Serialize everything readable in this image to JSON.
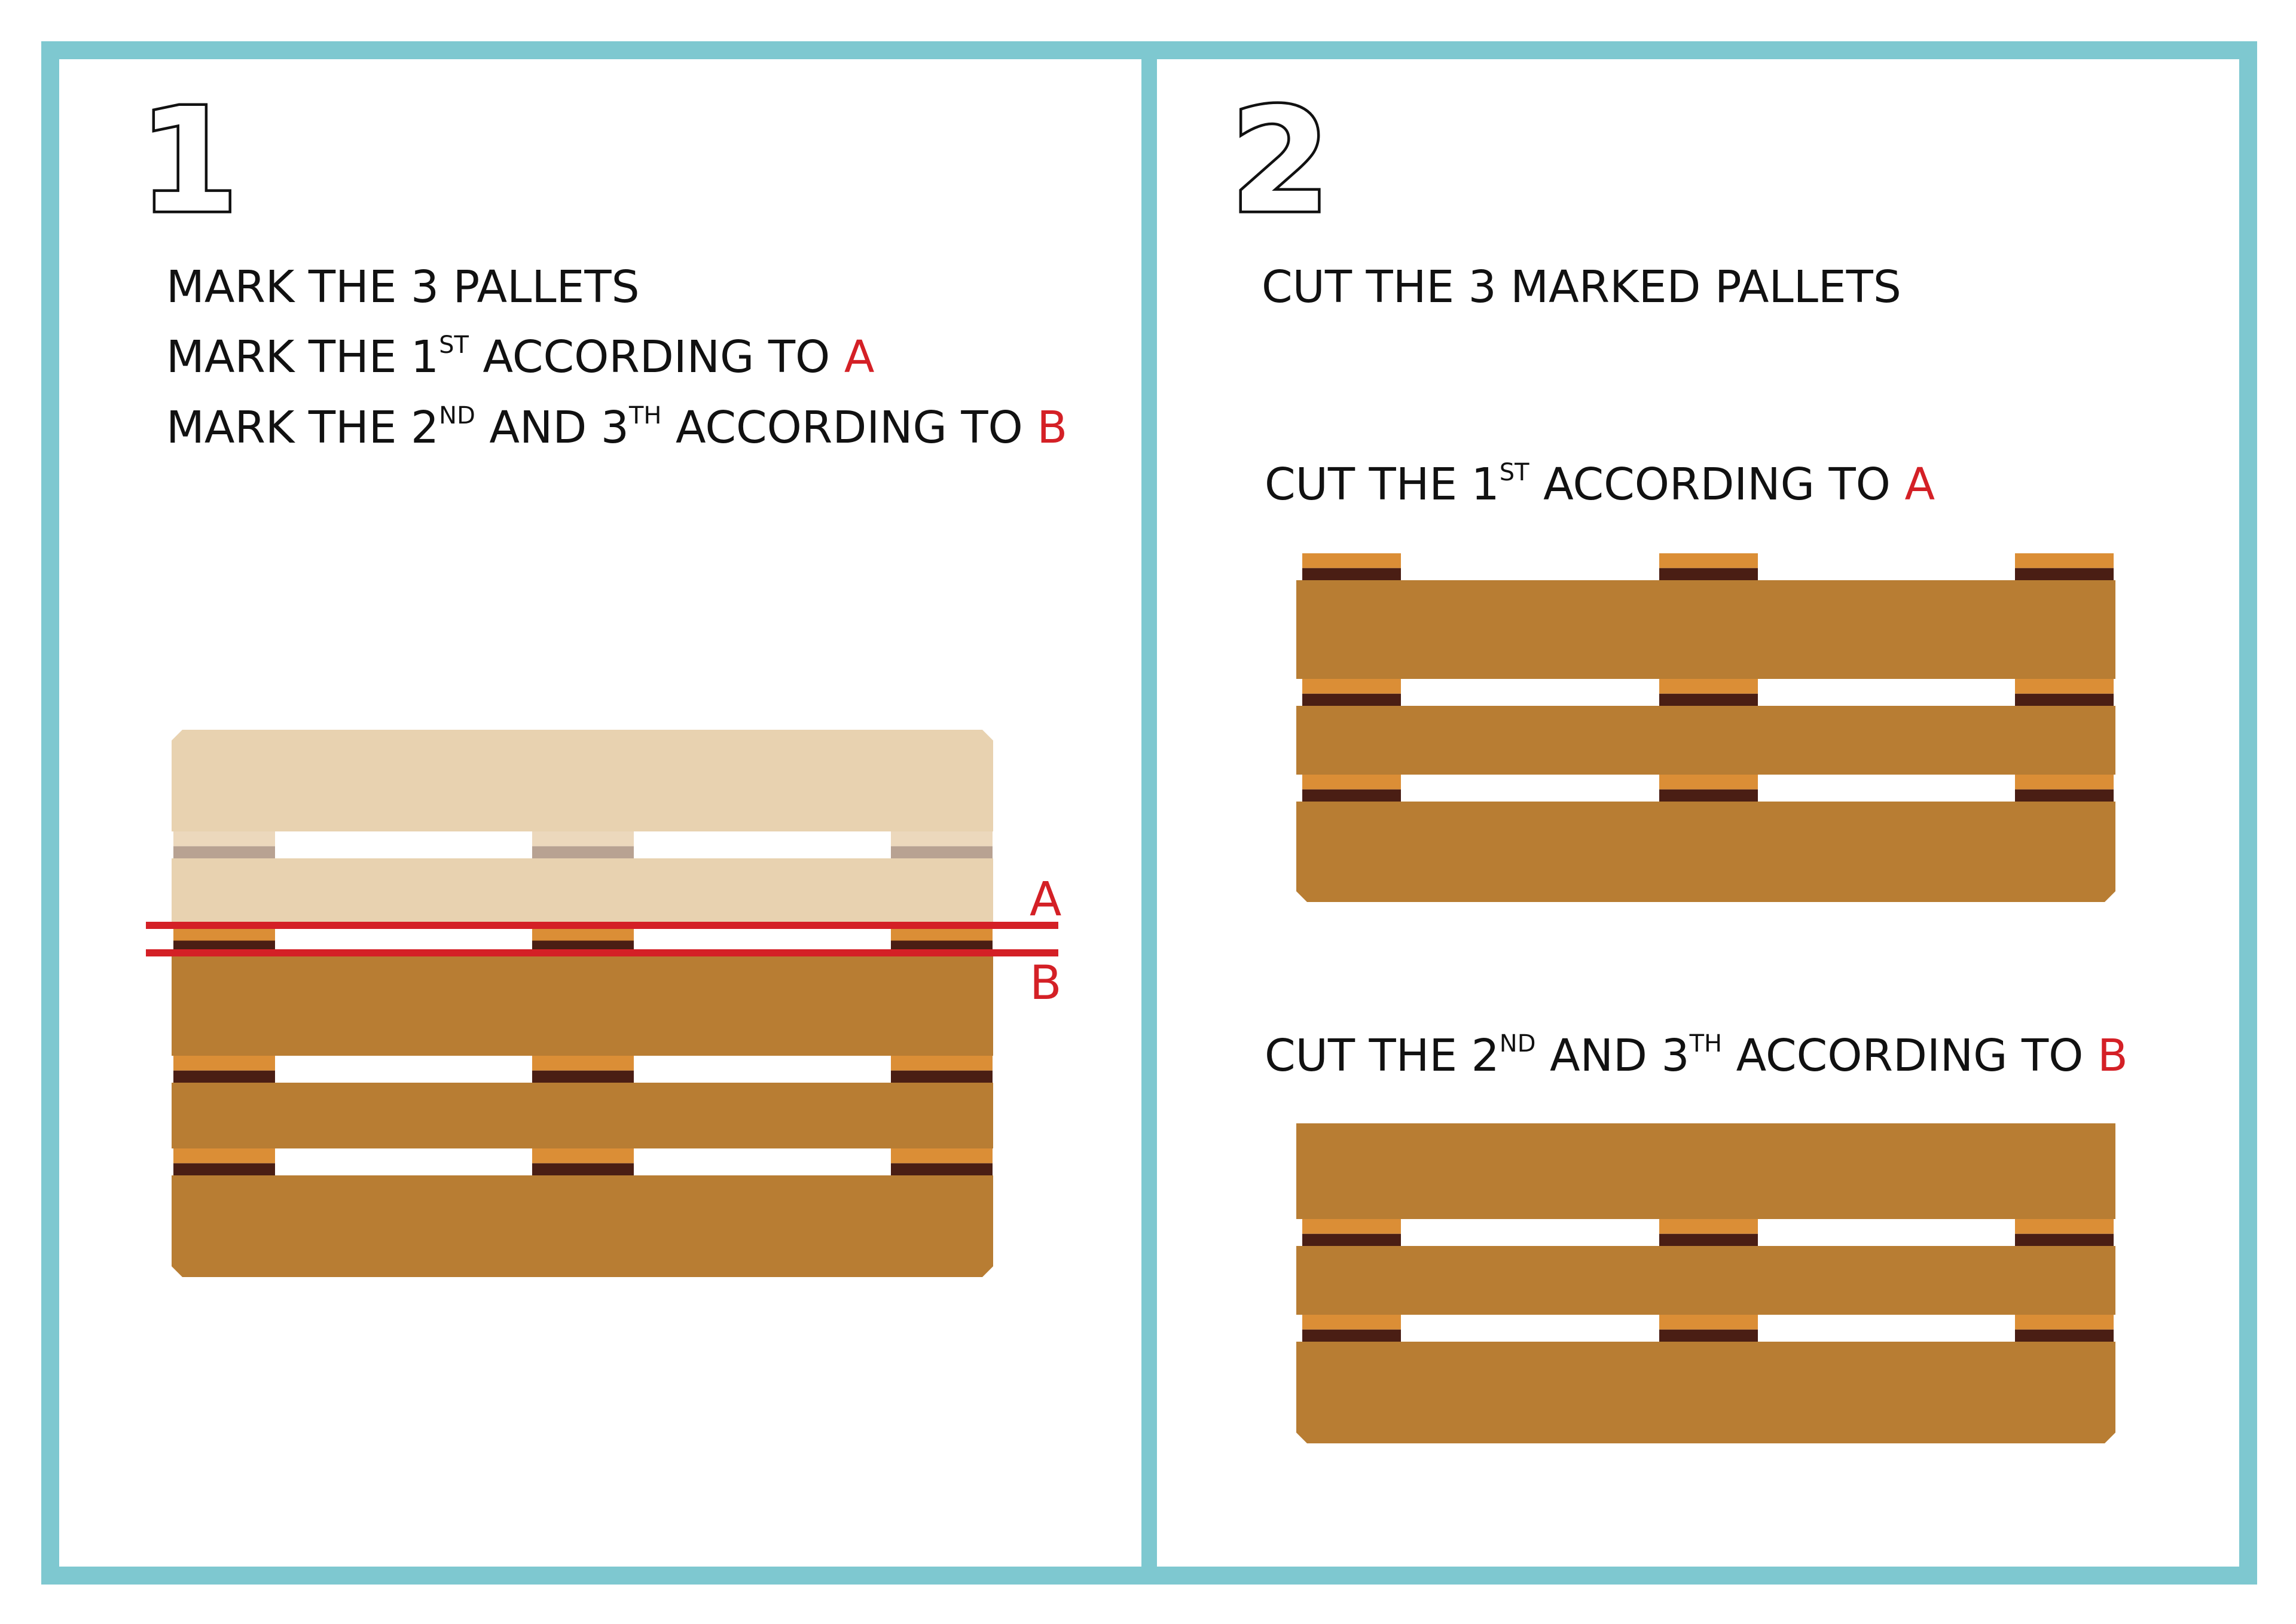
{
  "colors": {
    "frame": "#7ec8d0",
    "board": "#b87d33",
    "board_light": "#e8d2b0",
    "block_top": "#db8e36",
    "block_dark": "#4a1e14",
    "block_light_top": "#ecd8bc",
    "block_light_dark": "#b8a292",
    "mark_line": "#d42026",
    "text": "#111111",
    "highlight": "#d42026"
  },
  "panel1": {
    "number": "1",
    "lines": [
      [
        {
          "t": "MARK THE 3 PALLETS"
        }
      ],
      [
        {
          "t": "MARK THE 1"
        },
        {
          "t": "ST",
          "sup": true
        },
        {
          "t": " ACCORDING TO "
        },
        {
          "t": "A",
          "red": true
        }
      ],
      [
        {
          "t": "MARK THE 2"
        },
        {
          "t": "ND",
          "sup": true
        },
        {
          "t": " AND 3"
        },
        {
          "t": "TH",
          "sup": true
        },
        {
          "t": " ACCORDING TO "
        },
        {
          "t": "B",
          "red": true
        }
      ]
    ],
    "marker_a": "A",
    "marker_b": "B"
  },
  "panel2": {
    "number": "2",
    "heading": [
      {
        "t": "CUT THE 3 MARKED PALLETS"
      }
    ],
    "cut_a": [
      {
        "t": "CUT THE  1"
      },
      {
        "t": "ST",
        "sup": true
      },
      {
        "t": " ACCORDING TO "
      },
      {
        "t": "A",
        "red": true
      }
    ],
    "cut_b": [
      {
        "t": "CUT THE 2"
      },
      {
        "t": "ND",
        "sup": true
      },
      {
        "t": " AND 3"
      },
      {
        "t": "TH",
        "sup": true
      },
      {
        "t": " ACCORDING TO "
      },
      {
        "t": "B",
        "red": true
      }
    ]
  }
}
